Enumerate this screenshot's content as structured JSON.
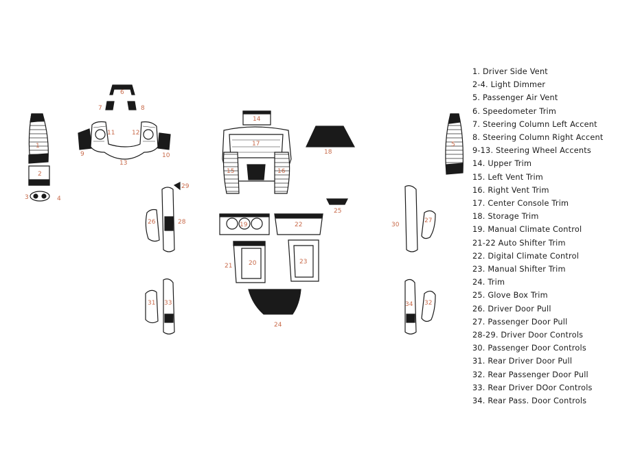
{
  "callouts": {
    "n1": "1",
    "n2": "2",
    "n3": "3",
    "n4": "4",
    "n5": "5",
    "n6": "6",
    "n7": "7",
    "n8": "8",
    "n9": "9",
    "n10": "10",
    "n11": "11",
    "n12": "12",
    "n13": "13",
    "n14": "14",
    "n15": "15",
    "n16": "16",
    "n17": "17",
    "n18": "18",
    "n19": "19",
    "n20": "20",
    "n21": "21",
    "n22": "22",
    "n23": "23",
    "n24": "24",
    "n25": "25",
    "n26": "26",
    "n27": "27",
    "n28": "28",
    "n29": "29",
    "n30": "30",
    "n31": "31",
    "n32": "32",
    "n33": "33",
    "n34": "34"
  },
  "legend": [
    "1. Driver Side Vent",
    "2-4. Light Dimmer",
    "5. Passenger Air Vent",
    "6. Speedometer Trim",
    "7. Steering Column Left Accent",
    "8. Steering Column Right Accent",
    "9-13. Steering Wheel Accents",
    "14. Upper Trim",
    "15. Left Vent Trim",
    "16. Right Vent Trim",
    "17. Center Console Trim",
    "18. Storage Trim",
    "19. Manual Climate Control",
    "21-22 Auto Shifter Trim",
    "22. Digital Climate Control",
    "23. Manual Shifter Trim",
    "24. Trim",
    "25. Glove Box Trim",
    "26. Driver Door Pull",
    "27. Passenger Door Pull",
    "28-29. Driver Door Controls",
    "30. Passenger Door Controls",
    "31. Rear Driver Door Pull",
    "32. Rear Passenger Door Pull",
    "33. Rear Driver DOor Controls",
    "34. Rear Pass. Door Controls"
  ],
  "colors": {
    "piece": "#1a1a1a",
    "callout": "#c86a4a",
    "text": "#1a1a1a",
    "background": "#ffffff"
  }
}
